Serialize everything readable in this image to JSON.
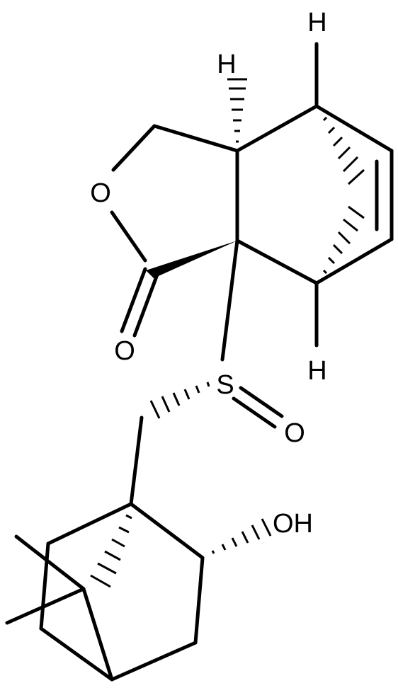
{
  "atom_labels": {
    "h_top": "H",
    "h_upper_left": "H",
    "o_ring": "O",
    "o_carbonyl": "O",
    "h_bottom": "H",
    "s": "S",
    "o_sulfinyl": "O",
    "oh": "OH"
  },
  "colors": {
    "bond": "#000000",
    "background": "#ffffff"
  }
}
